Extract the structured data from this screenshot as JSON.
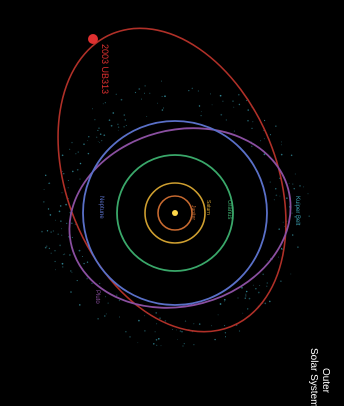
{
  "diagram": {
    "title_line1": "Outer",
    "title_line2": "Solar System",
    "object_label": "2003 UB313",
    "kuiper_belt_label": "Kuiper Belt",
    "orbit_labels": {
      "neptune": "Neptune",
      "uranus": "Uranus",
      "saturn": "Saturn",
      "jupiter": "Jupiter",
      "pluto": "Pluto"
    },
    "colors": {
      "background": "#000000",
      "object": "#e03030",
      "object_orbit": "#b03028",
      "pluto_orbit": "#8a4fa0",
      "neptune_orbit": "#5a70c8",
      "uranus_orbit": "#3aa86a",
      "saturn_orbit": "#d0a030",
      "jupiter_orbit": "#c86a30",
      "kuiper_belt": "#3aa0b0",
      "sun": "#ffd84a",
      "title": "#ffffff"
    }
  }
}
